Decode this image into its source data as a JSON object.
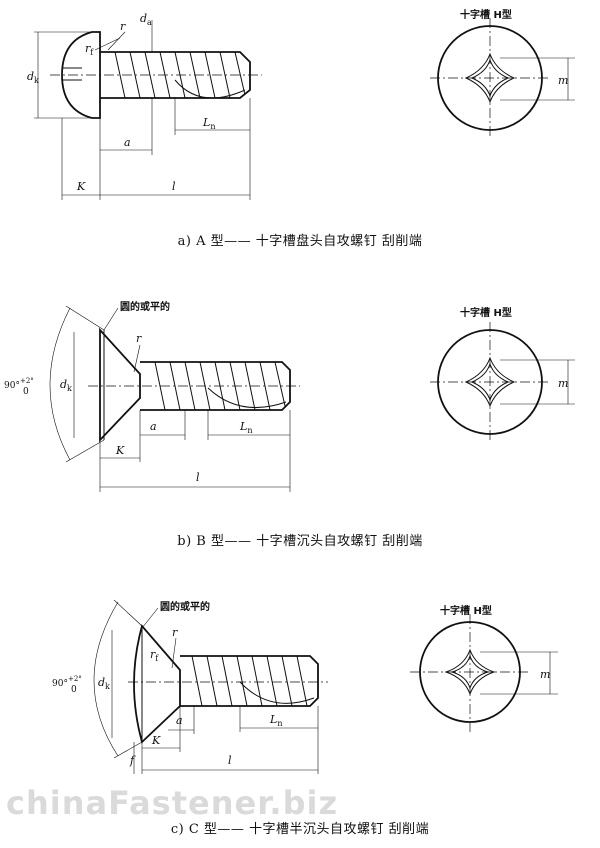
{
  "panels": [
    {
      "caption": "a) A 型—— 十字槽盘头自攻螺钉   刮削端",
      "view_label": "十字槽  H型",
      "dims": {
        "dk": "d",
        "dk_sub": "k",
        "rf": "r",
        "rf_sub": "f",
        "r": "r",
        "da": "d",
        "da_sub": "a",
        "a": "a",
        "K": "K",
        "l": "l",
        "Ln": "L",
        "Ln_sub": "n",
        "m": "m"
      }
    },
    {
      "caption": "b) B 型—— 十字槽沉头自攻螺钉   刮削端",
      "view_label": "十字槽  H型",
      "note": "圆的或平的",
      "angle": "90°",
      "angle_tol": "+2°",
      "angle_tol_low": "0",
      "dims": {
        "dk": "d",
        "dk_sub": "k",
        "r": "r",
        "a": "a",
        "K": "K",
        "l": "l",
        "Ln": "L",
        "Ln_sub": "n",
        "m": "m"
      }
    },
    {
      "caption": "c) C 型—— 十字槽半沉头自攻螺钉   刮削端",
      "view_label": "十字槽  H型",
      "note": "圆的或平的",
      "angle": "90°",
      "angle_tol": "+2°",
      "angle_tol_low": "0",
      "dims": {
        "dk": "d",
        "dk_sub": "k",
        "rf": "r",
        "rf_sub": "f",
        "r": "r",
        "a": "a",
        "K": "K",
        "f": "f",
        "l": "l",
        "Ln": "L",
        "Ln_sub": "n",
        "m": "m"
      }
    }
  ],
  "watermark": "chinaFastener.biz"
}
